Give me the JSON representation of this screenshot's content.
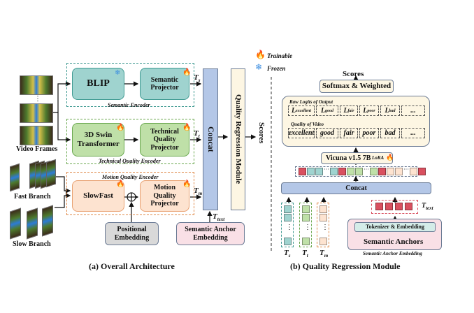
{
  "legend": {
    "trainable_label": "Trainable",
    "frozen_label": "Frozen",
    "trainable_icon": "flame-icon",
    "frozen_icon": "snowflake-icon"
  },
  "left": {
    "inputs": {
      "video_frames_label": "Video Frames",
      "fast_branch_label": "Fast Branch",
      "slow_branch_label": "Slow Branch",
      "ellipsis": "⋮"
    },
    "semantic_encoder": {
      "caption": "Semantic Encoder",
      "backbone": "BLIP",
      "projector": "Semantic Projector",
      "token": "T",
      "token_sub": "s"
    },
    "technical_encoder": {
      "caption": "Technical Quality Encoder",
      "backbone": "3D Swin Transformer",
      "projector": "Technical Quality Projector",
      "token": "T",
      "token_sub": "t"
    },
    "motion_encoder": {
      "caption": "Motion Quality Encoder",
      "backbone": "SlowFast",
      "projector": "Motion Quality Projector",
      "token": "T",
      "token_sub": "m"
    },
    "positional_embedding": "Positional Embedding",
    "semantic_anchor_embedding": "Semantic Anchor Embedding",
    "text_token": "T",
    "text_token_sub": "text",
    "concat": "Concat",
    "qrm": "Quality Regression Module",
    "scores": "Scores",
    "caption": "(a) Overall Architecture"
  },
  "right": {
    "scores": "Scores",
    "softmax": "Softmax & Weighted",
    "raw_logits_caption": "Raw Logits of Output",
    "logits": [
      {
        "main": "L",
        "sub": "excellent"
      },
      {
        "main": "L",
        "sub": "good"
      },
      {
        "main": "L",
        "sub": "fair"
      },
      {
        "main": "L",
        "sub": "poor"
      },
      {
        "main": "L",
        "sub": "bad"
      },
      {
        "main": "...",
        "sub": ""
      }
    ],
    "quality_caption": "Quality of Video",
    "quality_words": [
      "excellent",
      "good",
      "fair",
      "poor",
      "bad",
      "..."
    ],
    "llm": "Vicuna v1.5 7B",
    "lora": "LoRA",
    "concat": "Concat",
    "token_labels": [
      {
        "main": "T",
        "sub": "s"
      },
      {
        "main": "T",
        "sub": "t"
      },
      {
        "main": "T",
        "sub": "m"
      }
    ],
    "text_token": "T",
    "text_token_sub": "text",
    "tokenizer": "Tokenizer & Embedding",
    "anchors": "Semantic Anchors",
    "anchor_caption": "Semantic Anchor Embedding",
    "caption": "(b) Quality Regression Module"
  },
  "colors": {
    "semantic": "#9fd3cf",
    "semantic_border": "#3f9a92",
    "technical": "#bfe0a8",
    "technical_border": "#6aa84f",
    "motion": "#fde3d0",
    "motion_border": "#e08a4a",
    "concat": "#b4c7e7",
    "qrm": "#fdf6e3",
    "gray": "#d9d9d9",
    "pink": "#f9e0e6",
    "text_token": "#d9505f"
  }
}
